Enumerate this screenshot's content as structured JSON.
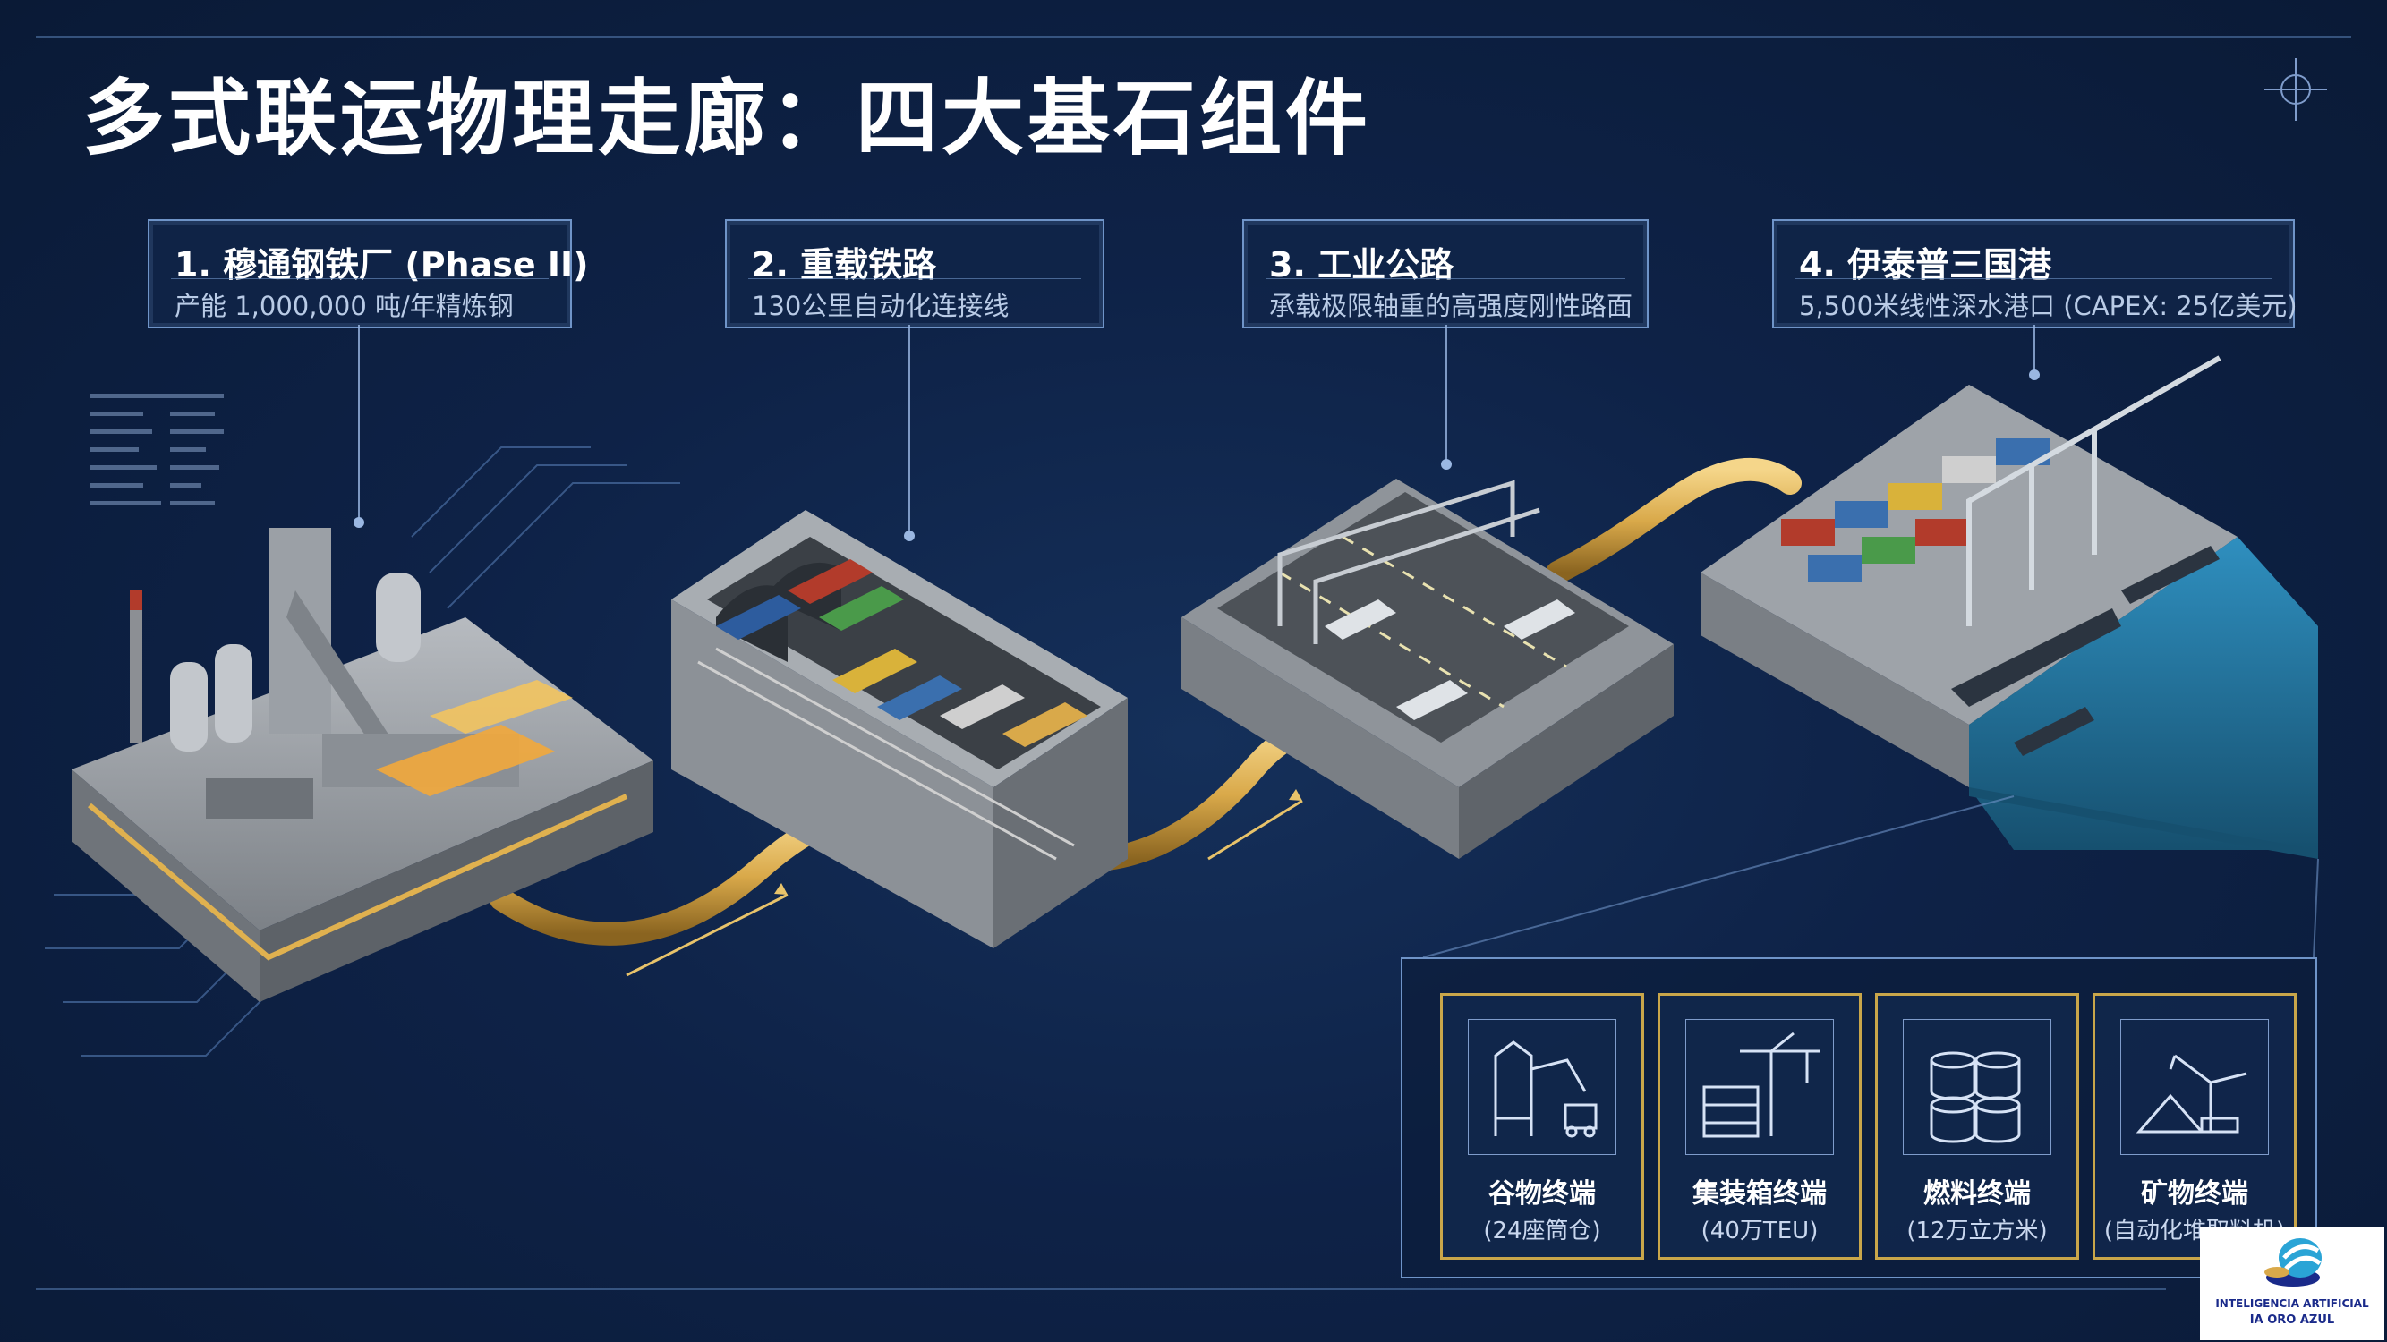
{
  "title": "多式联运物理走廊：四大基石组件",
  "components": [
    {
      "title": "1. 穆通钢铁厂 (Phase II)",
      "subtitle": "产能 1,000,000 吨/年精炼钢"
    },
    {
      "title": "2. 重载铁路",
      "subtitle": "130公里自动化连接线"
    },
    {
      "title": "3. 工业公路",
      "subtitle": "承载极限轴重的高强度刚性路面"
    },
    {
      "title": "4. 伊泰普三国港",
      "subtitle": "5,500米线性深水港口 (CAPEX: 25亿美元)"
    }
  ],
  "terminals": [
    {
      "name": "谷物终端",
      "detail": "(24座筒仓)",
      "icon": "grain-silo-icon"
    },
    {
      "name": "集装箱终端",
      "detail": "(40万TEU)",
      "icon": "container-crane-icon"
    },
    {
      "name": "燃料终端",
      "detail": "(12万立方米)",
      "icon": "fuel-tank-icon"
    },
    {
      "name": "矿物终端",
      "detail": "(自动化堆取料机)",
      "icon": "stacker-reclaimer-icon"
    }
  ],
  "logo": {
    "line1": "INTELIGENCIA ARTIFICIAL",
    "line2": "IA ORO AZUL"
  },
  "colors": {
    "background": "#0d1f3d",
    "accent_gold": "#d9a94a",
    "panel_border": "#6f94c8",
    "water": "#1f6f9a"
  }
}
